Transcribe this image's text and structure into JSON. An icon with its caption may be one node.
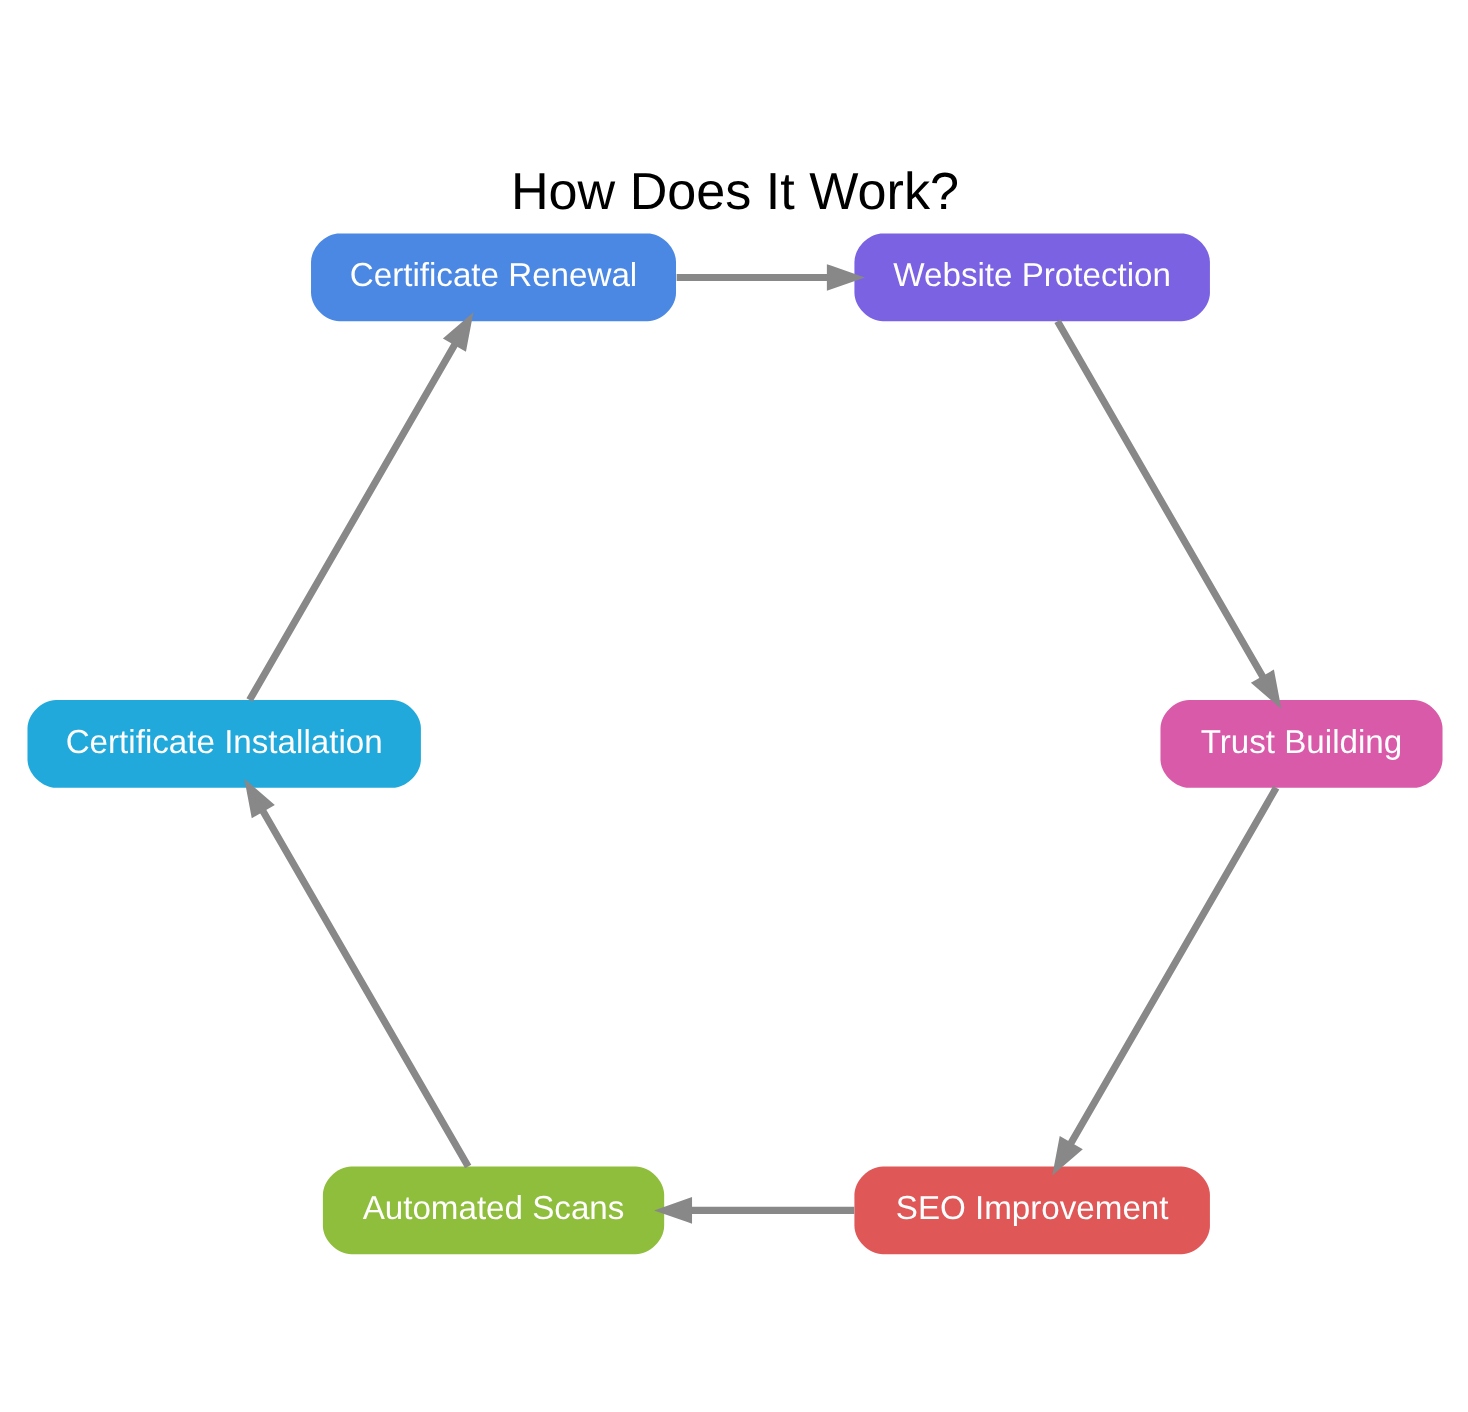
{
  "diagram": {
    "title": "How Does It Work?",
    "nodes": [
      {
        "text": [
          "SEO Improvement"
        ]
      },
      {
        "text": [
          "Automated Scans"
        ]
      },
      {
        "text": [
          "Certificate Installation"
        ]
      },
      {
        "text": [
          "Certificate Renewal"
        ]
      },
      {
        "text": [
          "Website Protection"
        ]
      },
      {
        "text": [
          "Trust Building"
        ]
      }
    ],
    "edges": [
      {
        "from": 0,
        "to": 1,
        "arrow": "to"
      },
      {
        "from": 1,
        "to": 2,
        "arrow": "to"
      },
      {
        "from": 2,
        "to": 3,
        "arrow": "to"
      },
      {
        "from": 3,
        "to": 4,
        "arrow": "to"
      },
      {
        "from": 4,
        "to": 5,
        "arrow": "to"
      },
      {
        "from": 5,
        "to": 0,
        "arrow": "to"
      }
    ]
  }
}
